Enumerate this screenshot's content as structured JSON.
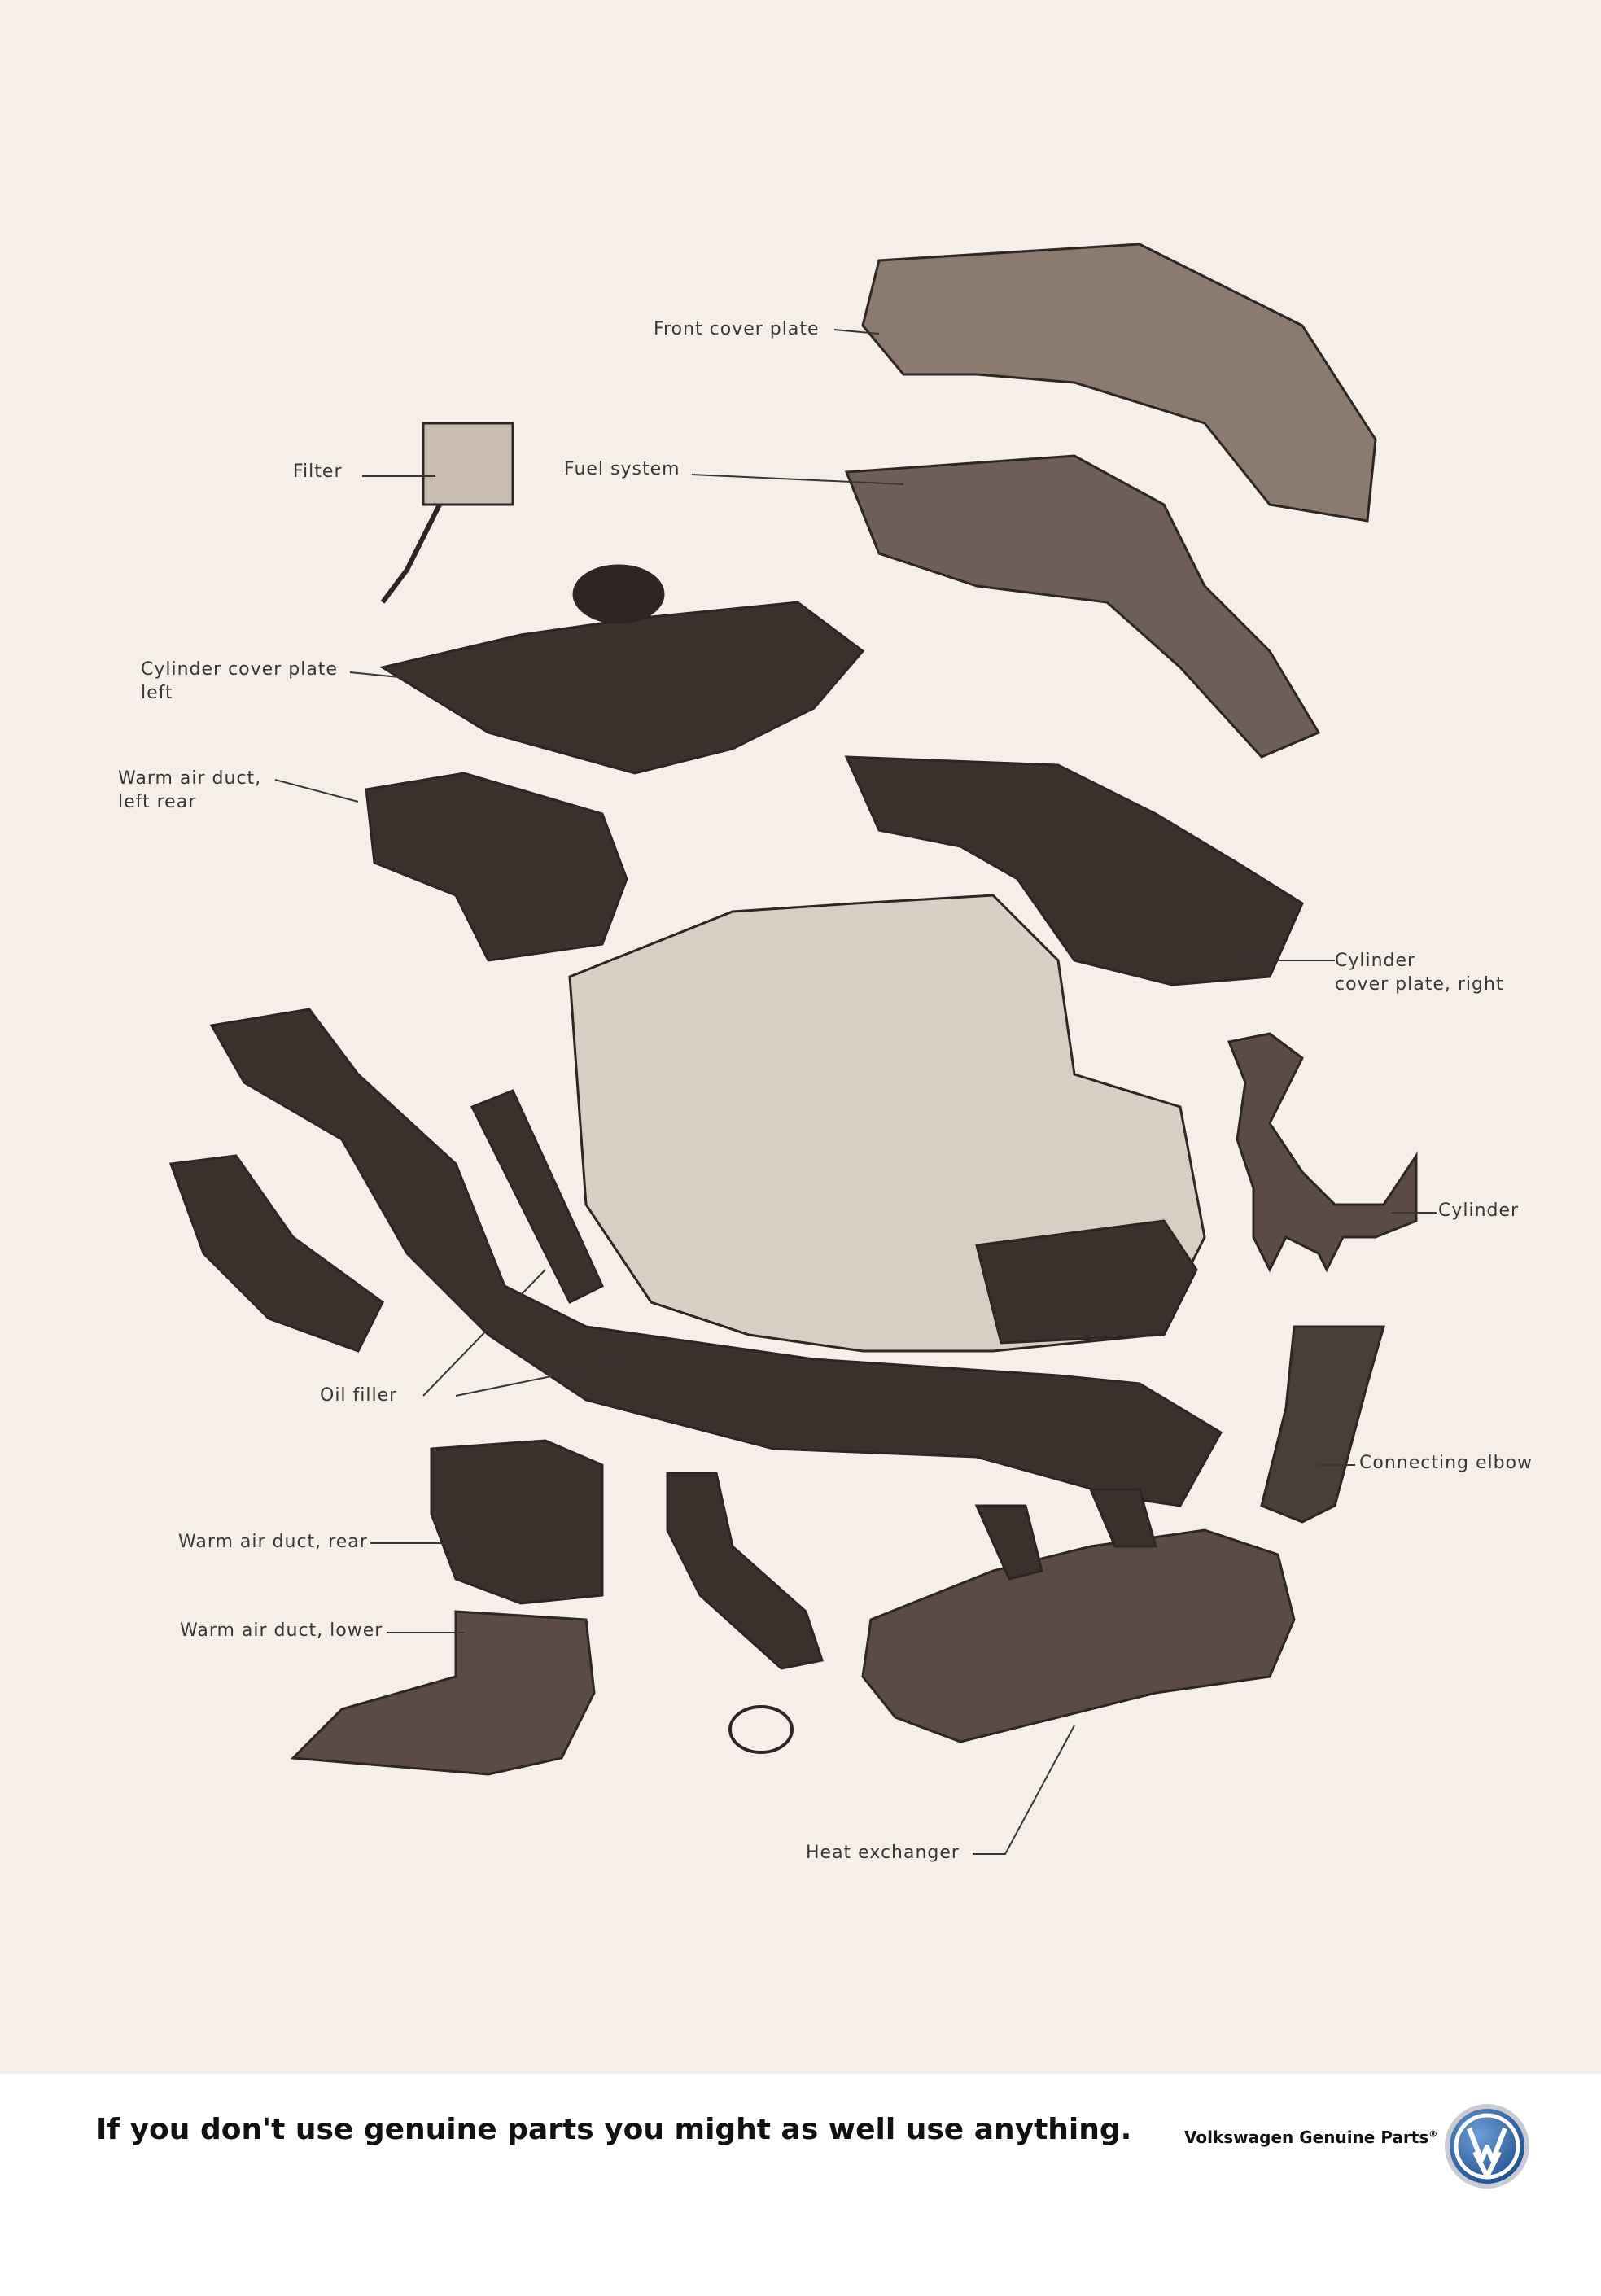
{
  "labels": {
    "front_cover_plate": "Front cover plate",
    "filter": "Filter",
    "fuel_system": "Fuel system",
    "cylinder_cover_plate_left": "Cylinder cover plate\nleft",
    "warm_air_duct_left_rear": "Warm air duct,\nleft rear",
    "cylinder_cover_plate_right": "Cylinder\ncover plate, right",
    "cylinder": "Cylinder",
    "oil_filler": "Oil filler",
    "connecting_elbow": "Connecting elbow",
    "warm_air_duct_rear": "Warm air duct, rear",
    "warm_air_duct_lower": "Warm air duct, lower",
    "heat_exchanger": "Heat exchanger"
  },
  "footer": {
    "tagline": "If you don't use genuine parts you might as well use anything.",
    "brand": "Volkswagen Genuine Parts",
    "brand_mark": "®"
  },
  "colors": {
    "background": "#f6efe9",
    "part_fill": "#5a4c44",
    "part_dark": "#2e2622",
    "label": "#3a3530",
    "logo_blue": "#1f4e8c"
  },
  "icons": [
    "vw-logo-icon"
  ]
}
